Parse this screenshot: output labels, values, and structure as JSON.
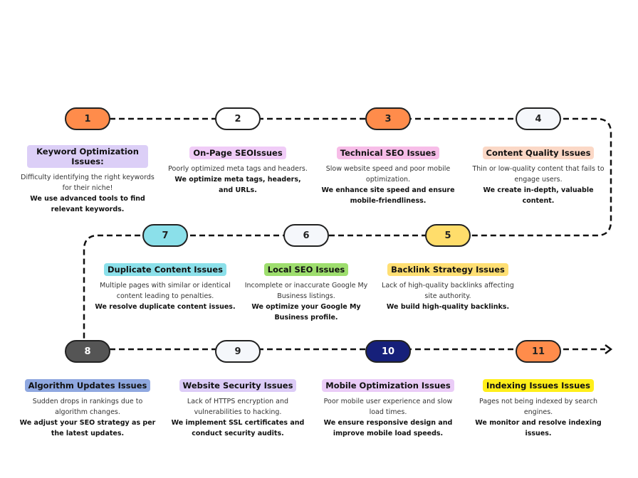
{
  "steps": [
    {
      "num": "1",
      "title": "Keyword Optimization Issues:",
      "problem": "Difficulty identifying the right keywords for their niche!",
      "solution": "We use advanced tools to find relevant keywords.",
      "pill_color": "#FF8C4B",
      "pill_text": "#222",
      "title_bg": "#DCCFF7"
    },
    {
      "num": "2",
      "title": "On-Page SEOIssues",
      "problem": "Poorly optimized meta tags and headers.",
      "solution": "We optimize meta tags, headers, and URLs.",
      "pill_color": "#FFFFFF",
      "pill_text": "#222",
      "title_bg": "#F0CCF7"
    },
    {
      "num": "3",
      "title": "Technical SEO Issues",
      "problem": "Slow website speed and poor mobile optimization.",
      "solution": "We enhance site speed and ensure mobile-friendliness.",
      "pill_color": "#FF8C4B",
      "pill_text": "#222",
      "title_bg": "#F7BDE8"
    },
    {
      "num": "4",
      "title": "Content Quality Issues",
      "problem": "Thin or low-quality content that fails to engage users.",
      "solution": "We create in-depth, valuable content.",
      "pill_color": "#F5F7FB",
      "pill_text": "#222",
      "title_bg": "#FBD8C6"
    },
    {
      "num": "5",
      "title": "Backlink Strategy Issues",
      "problem": "Lack of high-quality backlinks affecting site authority.",
      "solution": "We build high-quality backlinks.",
      "pill_color": "#FFDD6B",
      "pill_text": "#222",
      "title_bg": "#FFDF73"
    },
    {
      "num": "6",
      "title": "Local SEO Issues",
      "problem": "Incomplete or inaccurate Google My Business listings.",
      "solution": "We optimize your Google My Business profile.",
      "pill_color": "#F5F7FB",
      "pill_text": "#222",
      "title_bg": "#9EDE6E"
    },
    {
      "num": "7",
      "title": "Duplicate Content Issues",
      "problem": "Multiple pages with similar or identical content leading to penalties.",
      "solution": "We resolve duplicate content issues.",
      "pill_color": "#8BE0EA",
      "pill_text": "#222",
      "title_bg": "#8BE0EA"
    },
    {
      "num": "8",
      "title": "Algorithm Updates Issues",
      "problem": "Sudden drops in rankings due to algorithm changes.",
      "solution": "We adjust your SEO strategy as per the latest updates.",
      "pill_color": "#555555",
      "pill_text": "#FFFFFF",
      "title_bg": "#8FA8E0"
    },
    {
      "num": "9",
      "title": "Website Security Issues",
      "problem": "Lack of HTTPS encryption and vulnerabilities to hacking.",
      "solution": "We implement SSL certificates and conduct security audits.",
      "pill_color": "#F5F7FB",
      "pill_text": "#222",
      "title_bg": "#DCCCF7"
    },
    {
      "num": "10",
      "title": "Mobile Optimization Issues",
      "problem": "Poor mobile user experience and slow load times.",
      "solution": "We ensure responsive design and improve mobile load speeds.",
      "pill_color": "#16207A",
      "pill_text": "#FFFFFF",
      "title_bg": "#EACCF7"
    },
    {
      "num": "11",
      "title": "Indexing Issues Issues",
      "problem": "Pages not being indexed by search engines.",
      "solution": "We monitor and resolve indexing issues.",
      "pill_color": "#FF8C4B",
      "pill_text": "#222",
      "title_bg": "#FFEF1A"
    }
  ]
}
